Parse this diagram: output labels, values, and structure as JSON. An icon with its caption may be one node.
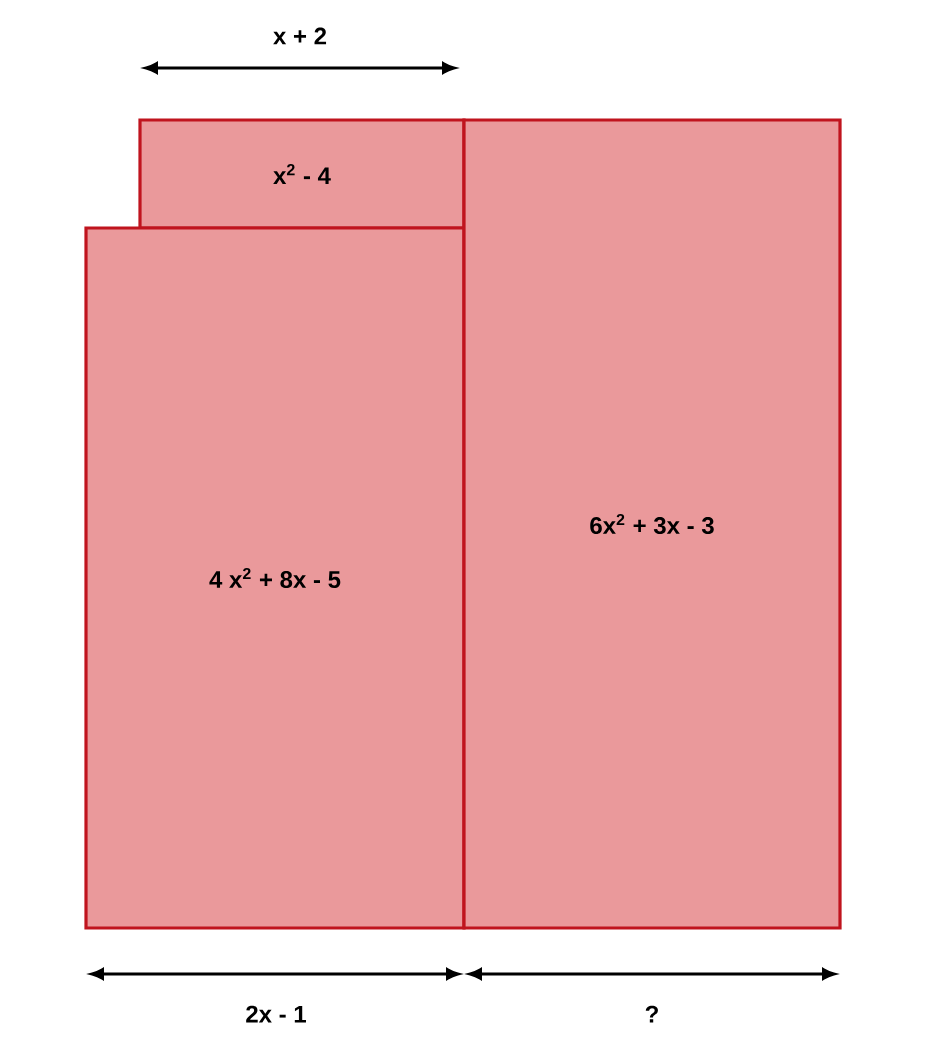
{
  "diagram": {
    "nodes": [
      {
        "text": [
          "x$^{2}$ - 4"
        ]
      },
      {
        "text": [
          "4 x$^{2}$ + 8x - 5"
        ]
      },
      {
        "text": [
          "6x$^{2}$ + 3x - 3"
        ]
      }
    ],
    "labels": [
      "x + 2",
      "2x - 1",
      "?"
    ]
  }
}
